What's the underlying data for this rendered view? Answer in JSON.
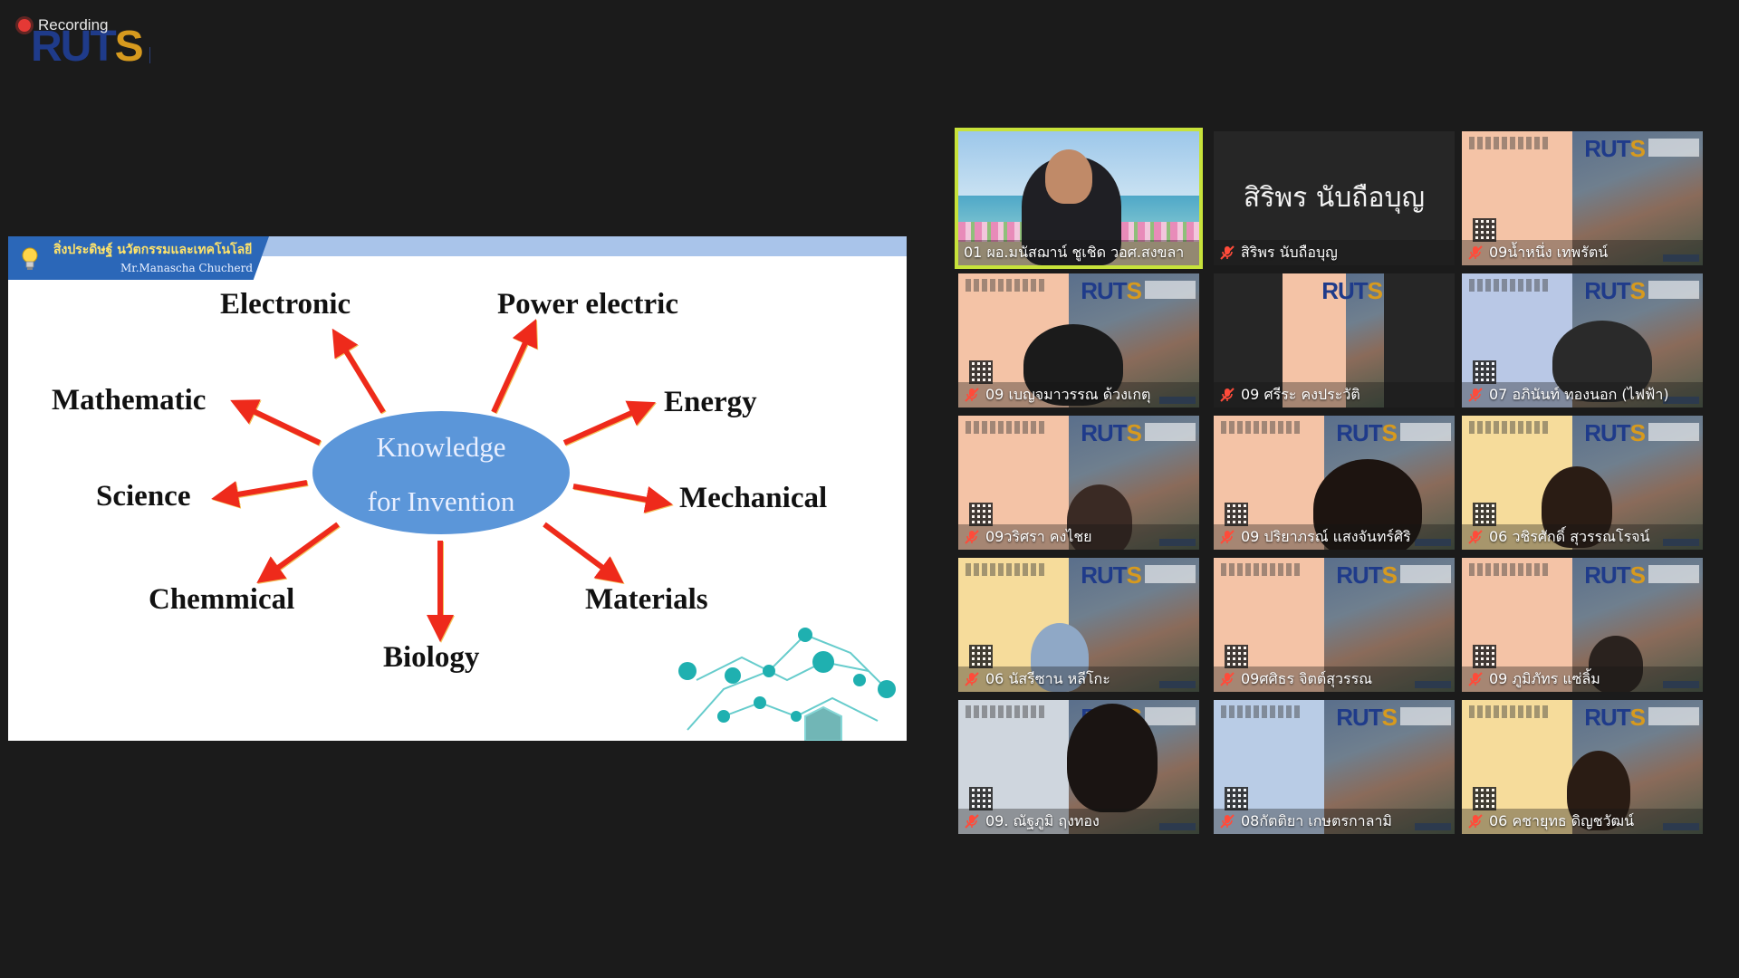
{
  "recording": {
    "label": "Recording"
  },
  "top_logo": {
    "brand_left": "RUT",
    "brand_right": "S"
  },
  "slide": {
    "header_title": "สิ่งประดิษฐ์ นวัตกรรมและเทคโนโลยี",
    "header_author": "Mr.Manascha Chucherd",
    "center_line1": "Knowledge",
    "center_line2": "for Invention",
    "topics": {
      "electronic": "Electronic",
      "power_electric": "Power electric",
      "mathematic": "Mathematic",
      "energy": "Energy",
      "science": "Science",
      "mechanical": "Mechanical",
      "chemmical": "Chemmical",
      "materials": "Materials",
      "biology": "Biology"
    },
    "colors": {
      "arrow": "#ee2a1b",
      "ellipse": "#5b96d9",
      "header_blue": "#2b67b8"
    }
  },
  "participants": [
    {
      "name": "01 ผอ.มนัสฌาน์  ชูเชิด วอศ.สงขลา",
      "active": true
    },
    {
      "name": "สิริพร นับถือบุญ",
      "display_name": "สิริพร นับถือบุญ"
    },
    {
      "name": "09น้ำหนึ่ง เทพรัตน์"
    },
    {
      "name": "09 เบญจมาวรรณ ด้วงเกตุ"
    },
    {
      "name": "09 ศรีระ คงประวัติ"
    },
    {
      "name": "07 อภินันท์ ทองนอก (ไฟฟ้า)"
    },
    {
      "name": "09วริศรา คงไชย"
    },
    {
      "name": "09 ปริยาภรณ์ แสงจันทร์ศิริ"
    },
    {
      "name": "06 วชิรศักดิ์ สุวรรณโรจน์"
    },
    {
      "name": "06 นัสรีซาน หลีโกะ"
    },
    {
      "name": "09ศศิธร จิตต์สุวรรณ"
    },
    {
      "name": "09 ภูมิภัทร แซ่ลิ้ม"
    },
    {
      "name": "09. ณัฐภูมิ ฤงทอง"
    },
    {
      "name": "08กัตติยา เกษตรกาลามิ"
    },
    {
      "name": "06 คชายุทธ ดิญชวัฒน์"
    }
  ],
  "tile_brand": {
    "left": "RUT",
    "right": "S"
  },
  "icons": {
    "mic_muted": "mic-muted-icon",
    "bulb": "bulb-icon"
  }
}
